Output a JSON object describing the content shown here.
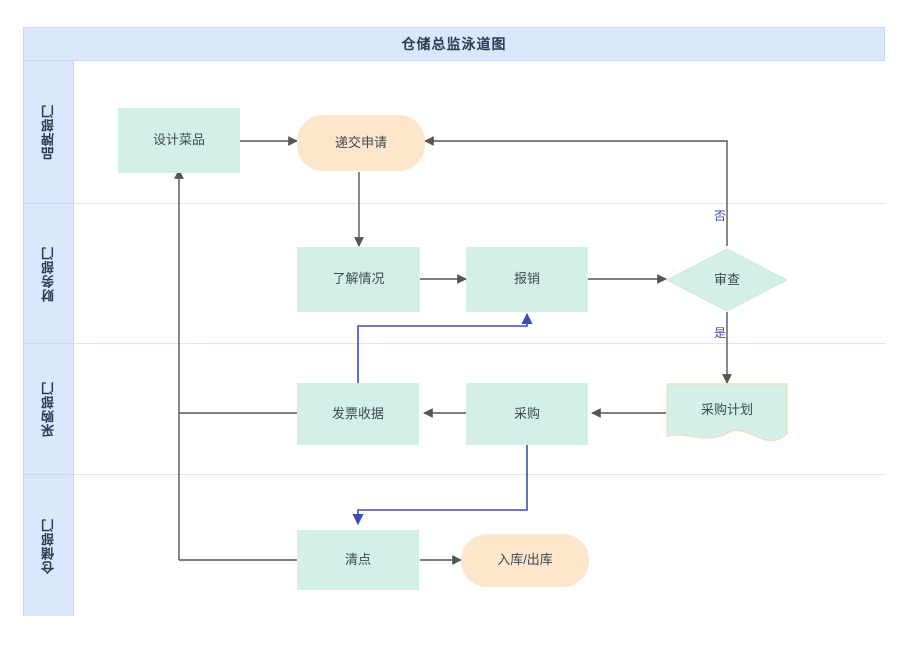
{
  "diagram": {
    "title": "仓储总监泳道图",
    "colors": {
      "header_band": "#dbe7fb",
      "lane_border": "#c7d9f5",
      "process_fill": "#d2f0e8",
      "terminator_fill": "#fce6cc",
      "decision_fill": "#d2f0e8",
      "document_fill": "#d2f0e8",
      "arrow_gray": "#555555",
      "arrow_blue": "#3b4cb8",
      "text": "#3c4a52",
      "label_text": "#3b4cb8"
    },
    "lanes": [
      {
        "id": "lane-pinpin",
        "label": "品牌部门"
      },
      {
        "id": "lane-caiwu",
        "label": "财务部门"
      },
      {
        "id": "lane-caigou",
        "label": "采购部门"
      },
      {
        "id": "lane-cangchu",
        "label": "仓储部门"
      }
    ],
    "nodes": [
      {
        "id": "design-dish",
        "label": "设计菜品",
        "shape": "process",
        "lane": 0
      },
      {
        "id": "submit-request",
        "label": "递交申请",
        "shape": "terminator",
        "lane": 0
      },
      {
        "id": "understand",
        "label": "了解情况",
        "shape": "process",
        "lane": 1
      },
      {
        "id": "reimburse",
        "label": "报销",
        "shape": "process",
        "lane": 1
      },
      {
        "id": "review",
        "label": "审查",
        "shape": "decision",
        "lane": 1
      },
      {
        "id": "invoice-receipt",
        "label": "发票收据",
        "shape": "process",
        "lane": 2
      },
      {
        "id": "purchase",
        "label": "采购",
        "shape": "process",
        "lane": 2
      },
      {
        "id": "purchase-plan",
        "label": "采购计划",
        "shape": "document",
        "lane": 2
      },
      {
        "id": "count",
        "label": "清点",
        "shape": "process",
        "lane": 3
      },
      {
        "id": "in-out-storage",
        "label": "入库/出库",
        "shape": "terminator",
        "lane": 3
      }
    ],
    "edge_labels": [
      {
        "id": "edge-label-no",
        "text": "否"
      },
      {
        "id": "edge-label-yes",
        "text": "是"
      }
    ]
  }
}
